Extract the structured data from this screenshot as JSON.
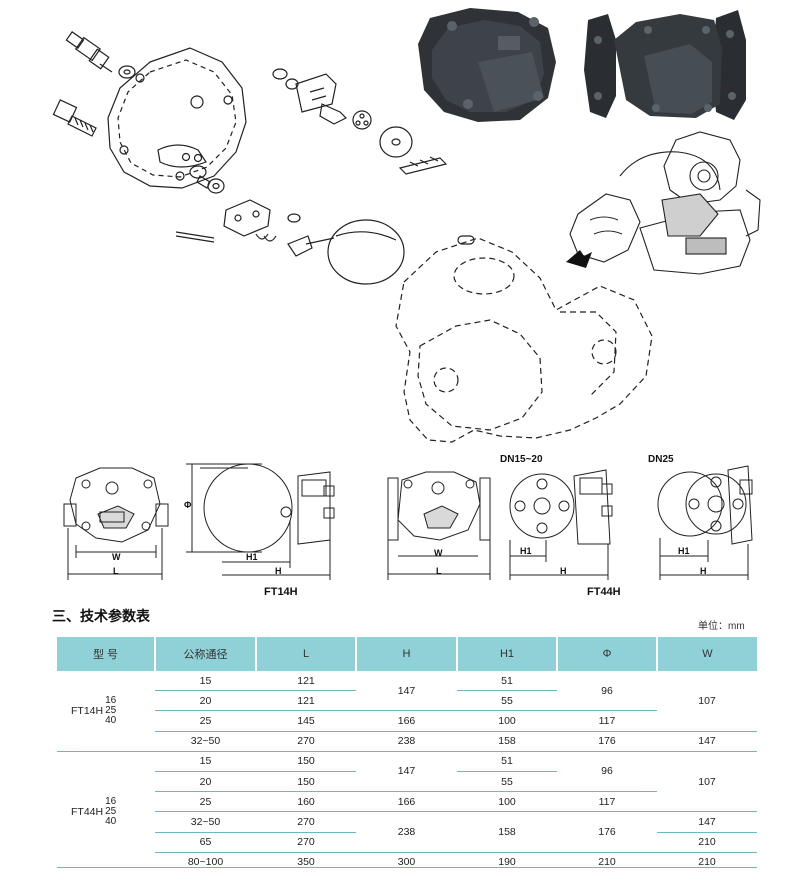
{
  "diagram": {
    "label_ft14h": "FT14H",
    "label_ft44h": "FT44H",
    "label_dn15_20": "DN15~20",
    "label_dn25": "DN25",
    "dim_w": "W",
    "dim_l": "L",
    "dim_h": "H",
    "dim_h1": "H1",
    "dim_phi": "Φ"
  },
  "section": {
    "title": "三、技术参数表",
    "unit": "单位：mm"
  },
  "table": {
    "headers": [
      "型  号",
      "公称通径",
      "L",
      "H",
      "H1",
      "Φ",
      "W"
    ],
    "ft14h": {
      "model": "FT14H",
      "pressures": [
        "16",
        "25",
        "40"
      ],
      "dn": [
        "15",
        "20",
        "25",
        "32~50"
      ],
      "L": [
        "121",
        "121",
        "145",
        "270"
      ],
      "H_15_20": "147",
      "H_25": "166",
      "H_32_50": "238",
      "H1": [
        "51",
        "55",
        "100",
        "158"
      ],
      "phi_15_20": "96",
      "phi_25": "117",
      "phi_32_50": "176",
      "W_15_25": "107",
      "W_32_50": "147"
    },
    "ft44h": {
      "model": "FT44H",
      "pressures": [
        "16",
        "25",
        "40"
      ],
      "dn": [
        "15",
        "20",
        "25",
        "32~50",
        "65",
        "80~100"
      ],
      "L": [
        "150",
        "150",
        "160",
        "270",
        "270",
        "350"
      ],
      "H_15_20": "147",
      "H_25": "166",
      "H_32_65": "238",
      "H_80_100": "300",
      "H1": [
        "51",
        "55",
        "100",
        "158",
        "190"
      ],
      "phi_15_20": "96",
      "phi_25": "117",
      "phi_32_65": "176",
      "phi_80_100": "210",
      "W_15_25": "107",
      "W_32_50": "147",
      "W_65": "210",
      "W_80_100": "210"
    }
  }
}
